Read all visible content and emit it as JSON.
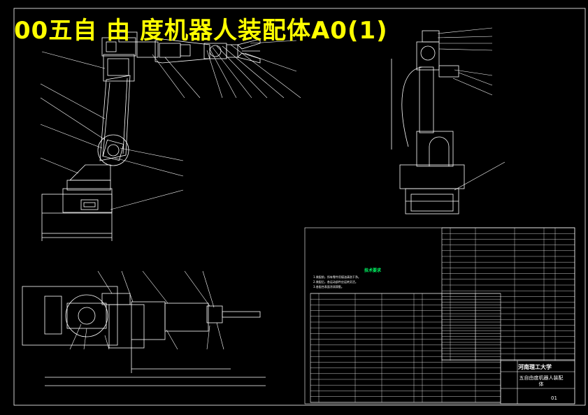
{
  "title": "00五自 由 度机器人装配体A0(1)",
  "notes": {
    "heading": "技术要求",
    "lines": [
      "1.装配前，所有零件用煤油清洗干净。",
      "2.装配后，各运动部件应运转灵活。",
      "3.各配合表面涂润滑脂。"
    ]
  },
  "title_block": {
    "school": "河南理工大学",
    "drawing_name": "五自由度机器人装配体",
    "drawing_no": "01"
  },
  "colors": {
    "background": "#000000",
    "title": "#ffff00",
    "lines": "#ffffff",
    "notes_heading": "#00ff66"
  }
}
